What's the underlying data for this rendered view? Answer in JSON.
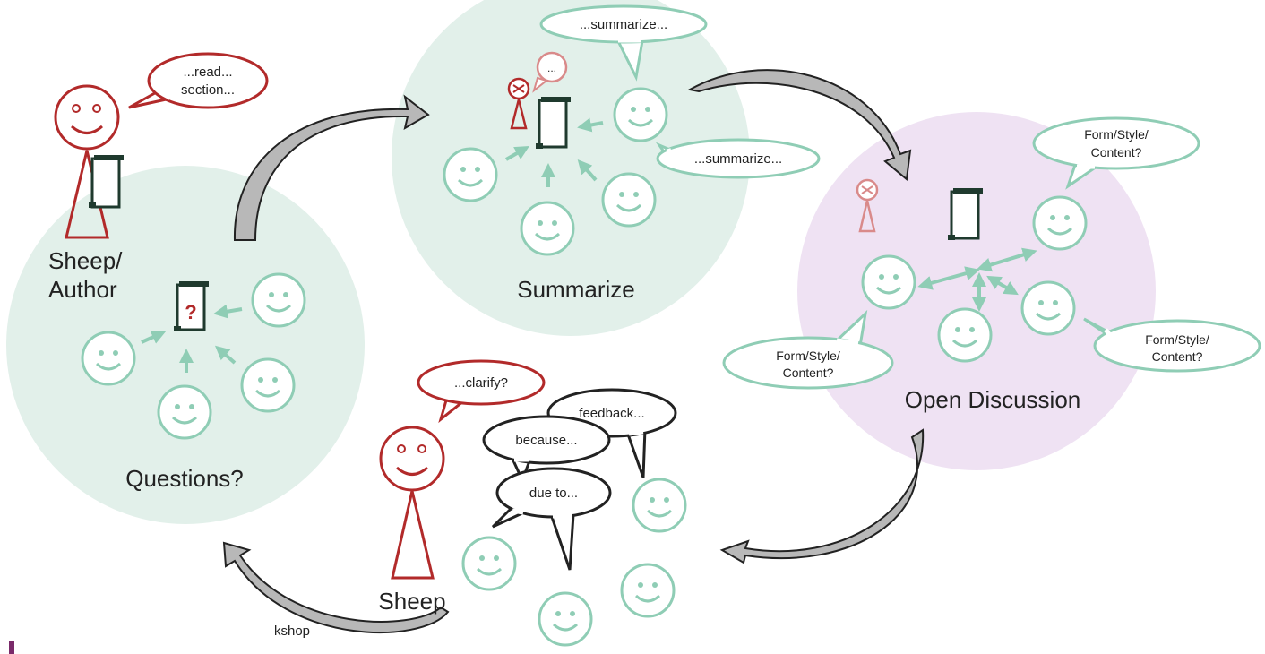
{
  "labels": {
    "sheep_author_line1": "Sheep/",
    "sheep_author_line2": "Author",
    "questions": "Questions?",
    "summarize": "Summarize",
    "open_discussion": "Open Discussion",
    "sheep": "Sheep",
    "footer_fragment": "kshop"
  },
  "bubbles": {
    "read_line1": "...read...",
    "read_line2": "section...",
    "summarize_top": "...summarize...",
    "summarize_right": "...summarize...",
    "silenced": "...",
    "form_top_line1": "Form/Style/",
    "form_top_line2": "Content?",
    "form_left_line1": "Form/Style/",
    "form_left_line2": "Content?",
    "form_right_line1": "Form/Style/",
    "form_right_line2": "Content?",
    "clarify": "...clarify?",
    "feedback": "feedback...",
    "because": "because...",
    "due_to": "due to..."
  },
  "doc_mark": "?",
  "colors": {
    "green_zone": "#e2f0ea",
    "purple_zone": "#efe2f3",
    "green_face": "#8fcdb5",
    "red_author": "#b22a2a",
    "pink_muted": "#d98a8a",
    "doc_dark": "#1f3a2e",
    "arrow_gray": "#b8b8b8"
  }
}
